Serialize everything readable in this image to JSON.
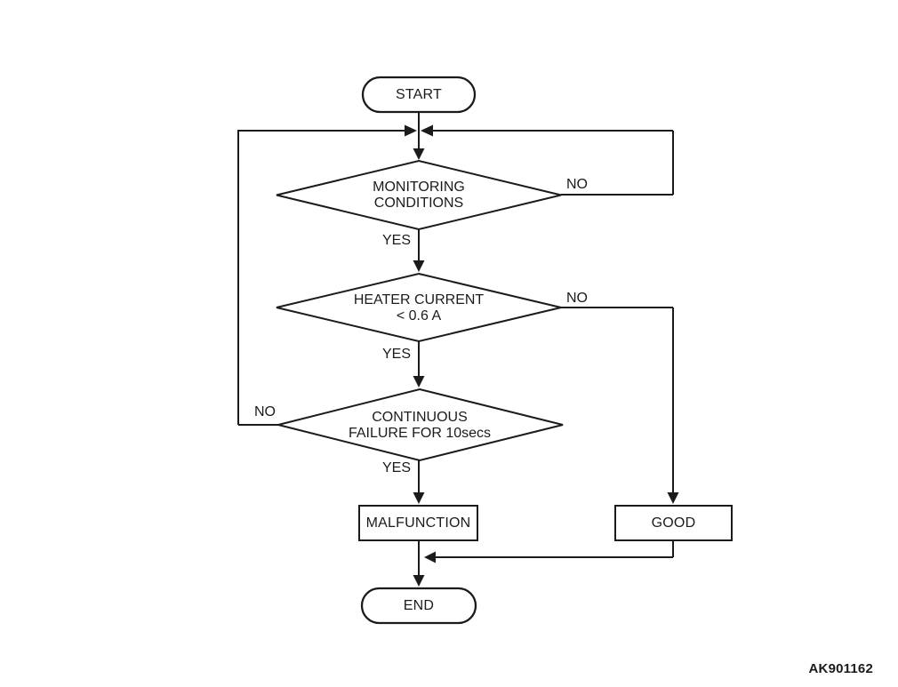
{
  "flowchart": {
    "nodes": {
      "start": {
        "label": "START"
      },
      "monitoring_conditions": {
        "line1": "MONITORING",
        "line2": "CONDITIONS"
      },
      "heater_current": {
        "line1": "HEATER CURRENT",
        "line2": "< 0.6 A"
      },
      "continuous_failure": {
        "line1": "CONTINUOUS",
        "line2": "FAILURE FOR 10secs"
      },
      "malfunction": {
        "label": "MALFUNCTION"
      },
      "good": {
        "label": "GOOD"
      },
      "end": {
        "label": "END"
      }
    },
    "edge_labels": {
      "monitoring_no": "NO",
      "monitoring_yes": "YES",
      "heater_no": "NO",
      "heater_yes": "YES",
      "continuous_no": "NO",
      "continuous_yes": "YES"
    },
    "figure_code": "AK901162",
    "colors": {
      "line": "#1b1b1b",
      "background": "#ffffff"
    }
  }
}
